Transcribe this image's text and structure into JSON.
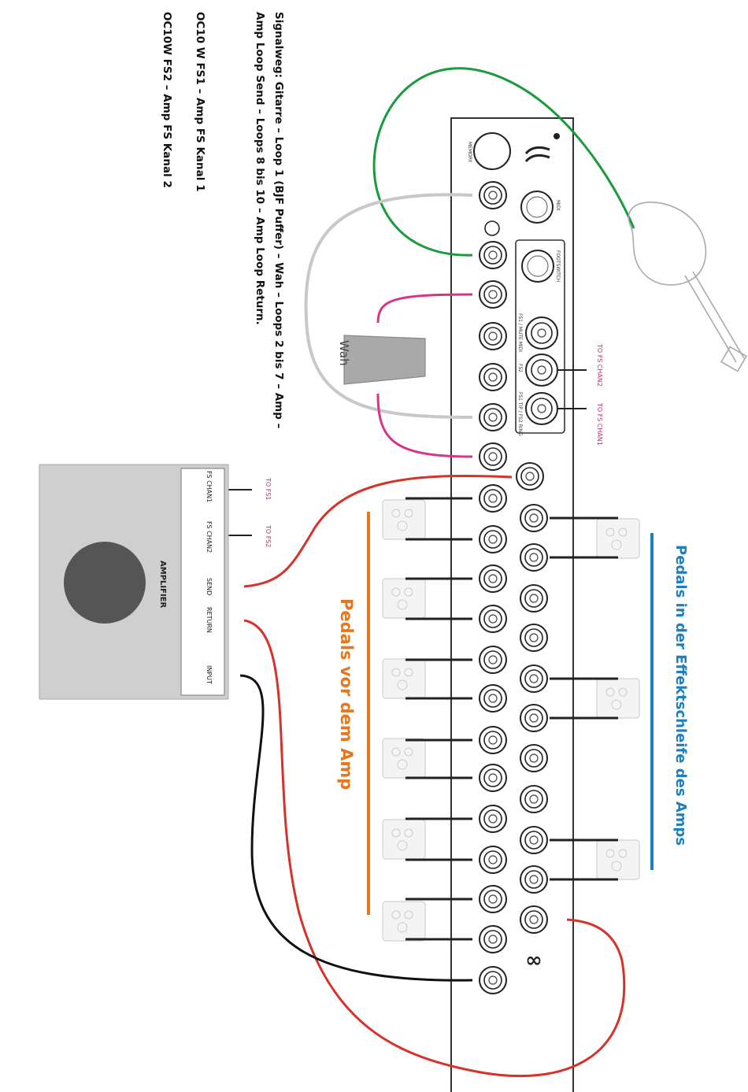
{
  "notes": {
    "signal_line1": "Signalweg: Gitarre – Loop 1 (BJF Puffer) – Wah – Loops 2 bis 7 – Amp –",
    "signal_line2": "Amp Loop Send – Loops 8 bis 10 – Amp Loop Return.",
    "fs1": "OC10 W FS1 – Amp FS Kanal 1",
    "fs2": "OC10W FS2 – Amp FS Kanal 2"
  },
  "labels": {
    "pedals_before_amp": "Pedals vor dem Amp",
    "pedals_in_loop": "Pedals in der Effektschleife des Amps",
    "wah": "Wah",
    "amplifier": "AMPLIFIER",
    "amp_fs_chan1": "FS CHAN1",
    "amp_fs_chan2": "FS CHAN2",
    "amp_send": "SEND",
    "amp_return": "RETURN",
    "amp_input": "INPUT",
    "to_fs1": "TO FS1",
    "to_fs2": "TO FS2",
    "to_fs_chan1": "TO FS CHAN1",
    "to_fs_chan2": "TO FS CHAN2",
    "footswitch": "FOOTSWITCH",
    "midi": "MIDI",
    "memory": "MEMORY",
    "fs1_jack": "FS1 / MUTE MIDI",
    "fs2_jack": "FS2",
    "fs_tip_sleeve": "FS1 TIP / FS2 RING"
  },
  "colors": {
    "green_cable": "#1a9a3c",
    "grey_cable": "#c8c8c8",
    "magenta_cable": "#d6338a",
    "red_cable": "#d8312a",
    "black_cable": "#111111",
    "orange_accent": "#e8761d",
    "blue_accent": "#1c7fc1"
  }
}
